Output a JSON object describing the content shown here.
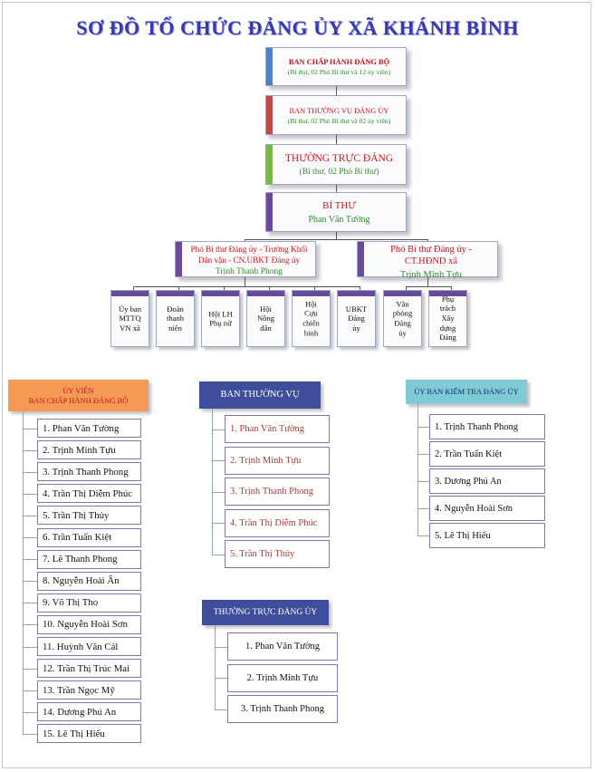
{
  "title": "SƠ ĐỒ TỔ CHỨC ĐẢNG ỦY XÃ KHÁNH BÌNH",
  "top": {
    "bch": {
      "title": "BAN CHẤP HÀNH ĐẢNG BỘ",
      "sub": "(Bí thư, 02 Phó Bí thư và 12 ủy viên)"
    },
    "btv": {
      "title": "BAN THƯỜNG VỤ ĐẢNG ỦY",
      "sub": "(Bí thư, 02 Phó Bí thư và 02 ủy viên)"
    },
    "ttdu": {
      "title": "THƯỜNG TRỰC ĐẢNG",
      "sub": "(Bí thư, 02 Phó Bí thư)"
    },
    "bithu": {
      "title": "BÍ THƯ",
      "name": "Phan Văn Tường"
    },
    "pbt1": {
      "line1": "Phó Bí thư Đảng ủy - Trưởng Khối",
      "line2": "Dân vận - CN.UBKT Đảng ủy",
      "name": "Trịnh Thanh Phong"
    },
    "pbt2": {
      "line1": "Phó Bí thư Đảng ủy -",
      "line2": "CT.HĐND xã",
      "name": "Trịnh Minh Tựu"
    }
  },
  "units": [
    [
      "Ủy ban",
      "MTTQ",
      "VN xã"
    ],
    [
      "Đoàn",
      "thanh",
      "niên"
    ],
    [
      "Hội LH",
      "Phụ nữ"
    ],
    [
      "Hội",
      "Nông",
      "dân"
    ],
    [
      "Hội",
      "Cựu",
      "chiến",
      "binh"
    ],
    [
      "UBKT",
      "Đảng",
      "ủy"
    ],
    [
      "Văn",
      "phòng",
      "Đảng",
      "ủy"
    ],
    [
      "Phụ",
      "trách",
      "Xây",
      "dựng",
      "Đảng"
    ]
  ],
  "uyvien": {
    "header1": "ỦY VIÊN",
    "header2": "BAN CHẤP HÀNH ĐẢNG BỘ",
    "items": [
      "1. Phan Văn Tường",
      "2. Trịnh Minh Tựu",
      "3. Trịnh Thanh Phong",
      "4. Trần Thị Diễm Phúc",
      "5. Trần Thị Thủy",
      "6. Trần Tuấn Kiệt",
      "7. Lê Thanh Phong",
      "8. Nguyễn Hoài Ân",
      "9. Võ Thị Tho",
      "10. Nguyễn Hoài Sơn",
      "11. Huỳnh Văn Cál",
      "12. Trần Thị Trúc Mai",
      "13. Trần Ngọc Mỹ",
      "14. Dương Phú An",
      "15. Lê Thị Hiếu"
    ]
  },
  "banthuongvu": {
    "header": "BAN THƯỜNG VỤ",
    "items": [
      "1. Phan Văn Tường",
      "2. Trịnh Minh Tựu",
      "3. Trịnh Thanh Phong",
      "4. Trần Thị Diễm Phúc",
      "5. Trần Thị Thủy"
    ]
  },
  "thuongtruc": {
    "header": "THƯỜNG TRỰC ĐẢNG ỦY",
    "items": [
      "1. Phan Văn Tường",
      "2. Trịnh Minh Tựu",
      "3. Trịnh Thanh Phong"
    ]
  },
  "ubkt": {
    "header": "ỦY BAN KIỂM TRA ĐẢNG ỦY",
    "items": [
      "1. Trịnh Thanh Phong",
      "2. Trần Tuấn Kiệt",
      "3. Dương Phú An",
      "4. Nguyễn Hoài Sơn",
      "5. Lê Thị Hiếu"
    ]
  },
  "colors": {
    "title": "#3a3ab0",
    "bar_blue": "#4f7fc4",
    "bar_red": "#c04a4a",
    "bar_green": "#7ab648",
    "bar_purple": "#6a4a9e",
    "hdr_orange": "#f59a55",
    "hdr_navy": "#3f4e9a",
    "hdr_teal": "#7ecbd6"
  }
}
